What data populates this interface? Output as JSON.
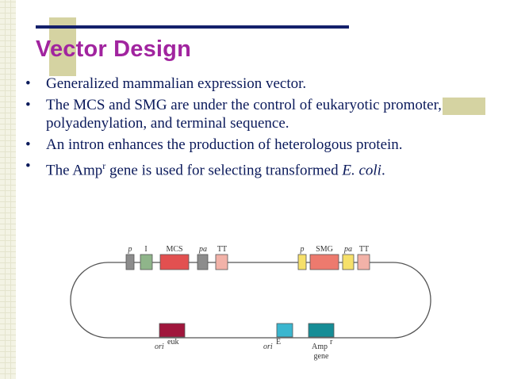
{
  "slide": {
    "title": "Vector Design",
    "bullets": [
      {
        "text": "Generalized mammalian expression vector."
      },
      {
        "text": "The MCS and SMG are under the control of eukaryotic promoter, polyadenylation, and terminal sequence."
      },
      {
        "text": "An intron enhances the production of heterologous protein."
      },
      {
        "pre": "The Amp",
        "sup": "r",
        "mid": " gene is used for selecting transformed ",
        "em": "E. coli",
        "post": "."
      }
    ]
  },
  "diagram": {
    "top_labels": {
      "p1": "p",
      "i": "I",
      "mcs": "MCS",
      "pa1": "pa",
      "tt1": "TT",
      "p2": "p",
      "smg": "SMG",
      "pa2": "pa",
      "tt2": "TT"
    },
    "bottom_labels": {
      "ori_euk": "ori",
      "ori_euk_sup": "euk",
      "ori_e": "ori",
      "ori_e_sup": "E",
      "amp": "Amp",
      "amp_sup": "r",
      "gene": "gene"
    },
    "colors": {
      "promoter_gray": "#8c8c8c",
      "intron_green": "#8fb58a",
      "mcs_red": "#e25050",
      "pa_gray": "#8c8c8c",
      "tt_pink": "#f2b2a8",
      "promoter_yellow": "#f6e06a",
      "smg_red": "#ed7a6e",
      "pa_yellow": "#f6e06a",
      "ori_euk_red": "#a0163c",
      "ori_e_teal": "#3bb6cf",
      "amp_teal": "#168d96"
    }
  }
}
